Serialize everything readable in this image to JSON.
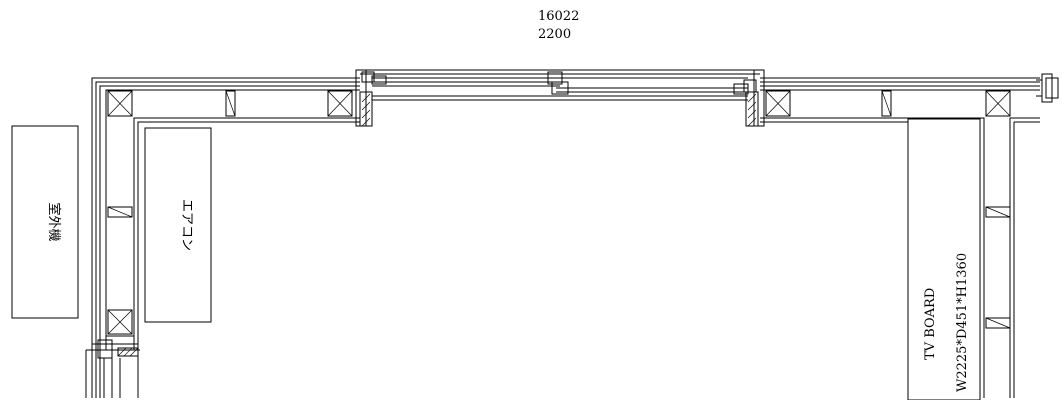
{
  "dimensions": {
    "top": "16022",
    "bottom": "2200"
  },
  "outdoor_unit": {
    "label": "室外機"
  },
  "air_conditioner": {
    "label": "エアコン"
  },
  "tv_board": {
    "name": "TV BOARD",
    "size": "W2225*D451*H1360"
  }
}
